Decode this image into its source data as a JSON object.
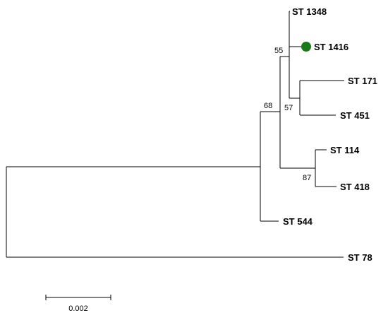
{
  "tree": {
    "leaves": {
      "st1348": "ST 1348",
      "st1416": "ST 1416",
      "st171": "ST 171",
      "st451": "ST 451",
      "st114": "ST 114",
      "st418": "ST 418",
      "st544": "ST 544",
      "st78": "ST 78"
    },
    "support": {
      "n55": "55",
      "n57": "57",
      "n68": "68",
      "n87": "87"
    },
    "highlight_leaf": "ST 1416",
    "highlight_color": "#1a7a1a",
    "branch_color": "#000000"
  },
  "scale_bar": {
    "label": "0.002"
  }
}
